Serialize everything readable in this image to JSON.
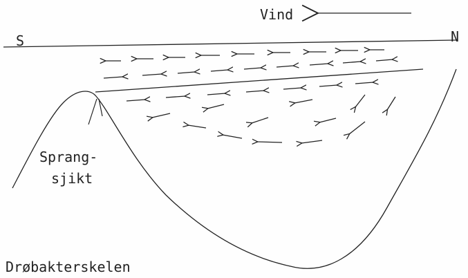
{
  "labels": {
    "wind": "Vind",
    "south": "S",
    "north": "N",
    "layer_line1": "Sprang-",
    "layer_line2": "sjikt",
    "sill": "Drøbakterskelen"
  },
  "colors": {
    "ink": "#222222",
    "background": "#fefefe"
  }
}
